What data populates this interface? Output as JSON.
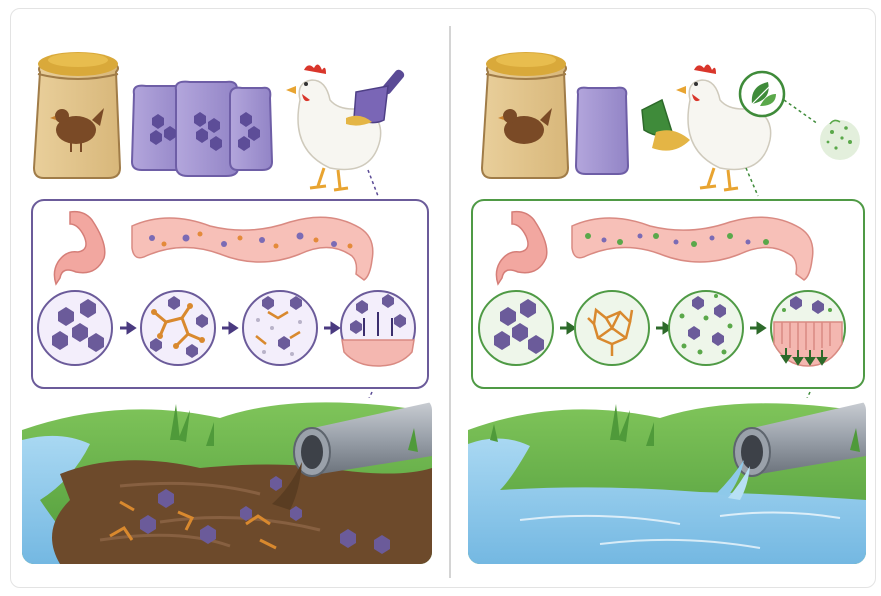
{
  "panels": [
    {
      "id": "conventional",
      "theme": {
        "accent": "#6b5b9a",
        "particle": "#7b6bb5",
        "fiber": "#d98a2b",
        "water": "#8ec9ea",
        "soil": "#6b4a2b"
      },
      "feed_bags": {
        "labelled_bag_icon": "hen-icon",
        "mineral_bag_count": 3,
        "additive_bag_count": 0
      },
      "scoop_color": "#6e5ba6",
      "gut_stages": 4,
      "outcome": "polluted-runoff"
    },
    {
      "id": "improved",
      "theme": {
        "accent": "#4f9a45",
        "particle": "#7b6bb5",
        "fiber": "#d98a2b",
        "water": "#8ec9ea",
        "soil": "#6cae4a"
      },
      "feed_bags": {
        "labelled_bag_icon": "hen-icon",
        "mineral_bag_count": 1,
        "additive_bag_count": 1
      },
      "scoop_color": "#3f8b3a",
      "gut_stages": 4,
      "outcome": "clean-water"
    }
  ]
}
